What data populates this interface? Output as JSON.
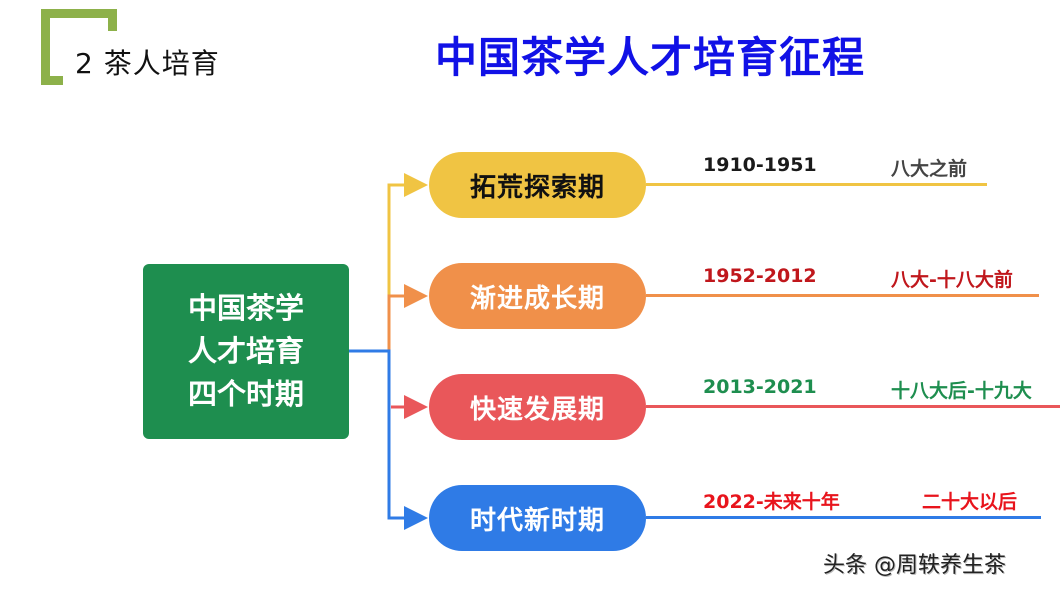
{
  "header": {
    "section_label": "2 茶人培育",
    "title": "中国茶学人才培育征程",
    "accent_color": "#8db14a",
    "title_color": "#1111e6"
  },
  "root_node": {
    "lines": [
      "中国茶学",
      "人才培育",
      "四个时期"
    ],
    "color": "#1e8e4f"
  },
  "periods": [
    {
      "name": "拓荒探索期",
      "years": "1910-1951",
      "era": "八大之前",
      "pill_color": "#f0c443",
      "pill_text_color": "#111111",
      "years_color": "#1a1a1a",
      "era_color": "#444444",
      "line_color": "#f0c443"
    },
    {
      "name": "渐进成长期",
      "years": "1952-2012",
      "era": "八大-十八大前",
      "pill_color": "#f0904a",
      "pill_text_color": "#ffffff",
      "years_color": "#c0171c",
      "era_color": "#c0171c",
      "line_color": "#f0904a"
    },
    {
      "name": "快速发展期",
      "years": "2013-2021",
      "era": "十八大后-十九大",
      "pill_color": "#e9575a",
      "pill_text_color": "#ffffff",
      "years_color": "#1e8e4f",
      "era_color": "#1e8e4f",
      "line_color": "#e9575a"
    },
    {
      "name": "时代新时期",
      "years": "2022-未来十年",
      "era": "二十大以后",
      "pill_color": "#2f7be6",
      "pill_text_color": "#ffffff",
      "years_color": "#e8141c",
      "era_color": "#e8141c",
      "line_color": "#2f7be6"
    }
  ],
  "watermark": "头条 @周轶养生茶"
}
